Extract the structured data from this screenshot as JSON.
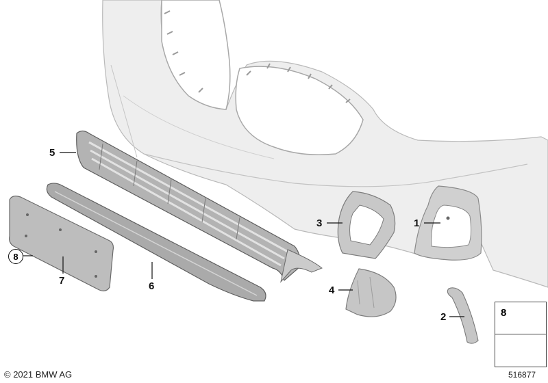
{
  "diagram": {
    "callouts": [
      {
        "id": "1",
        "label": "1"
      },
      {
        "id": "2",
        "label": "2"
      },
      {
        "id": "3",
        "label": "3"
      },
      {
        "id": "4",
        "label": "4"
      },
      {
        "id": "5",
        "label": "5"
      },
      {
        "id": "6",
        "label": "6"
      },
      {
        "id": "7",
        "label": "7"
      },
      {
        "id": "8",
        "label": "8"
      }
    ],
    "legend": {
      "label": "8"
    },
    "copyright": "© 2021 BMW AG",
    "doc_number": "516877"
  },
  "colors": {
    "bumper_fill": "#ececec",
    "bumper_stroke": "#b5b5b5",
    "part_fill": "#c4c4c4",
    "part_dark": "#8f8f8f",
    "line": "#111111"
  }
}
